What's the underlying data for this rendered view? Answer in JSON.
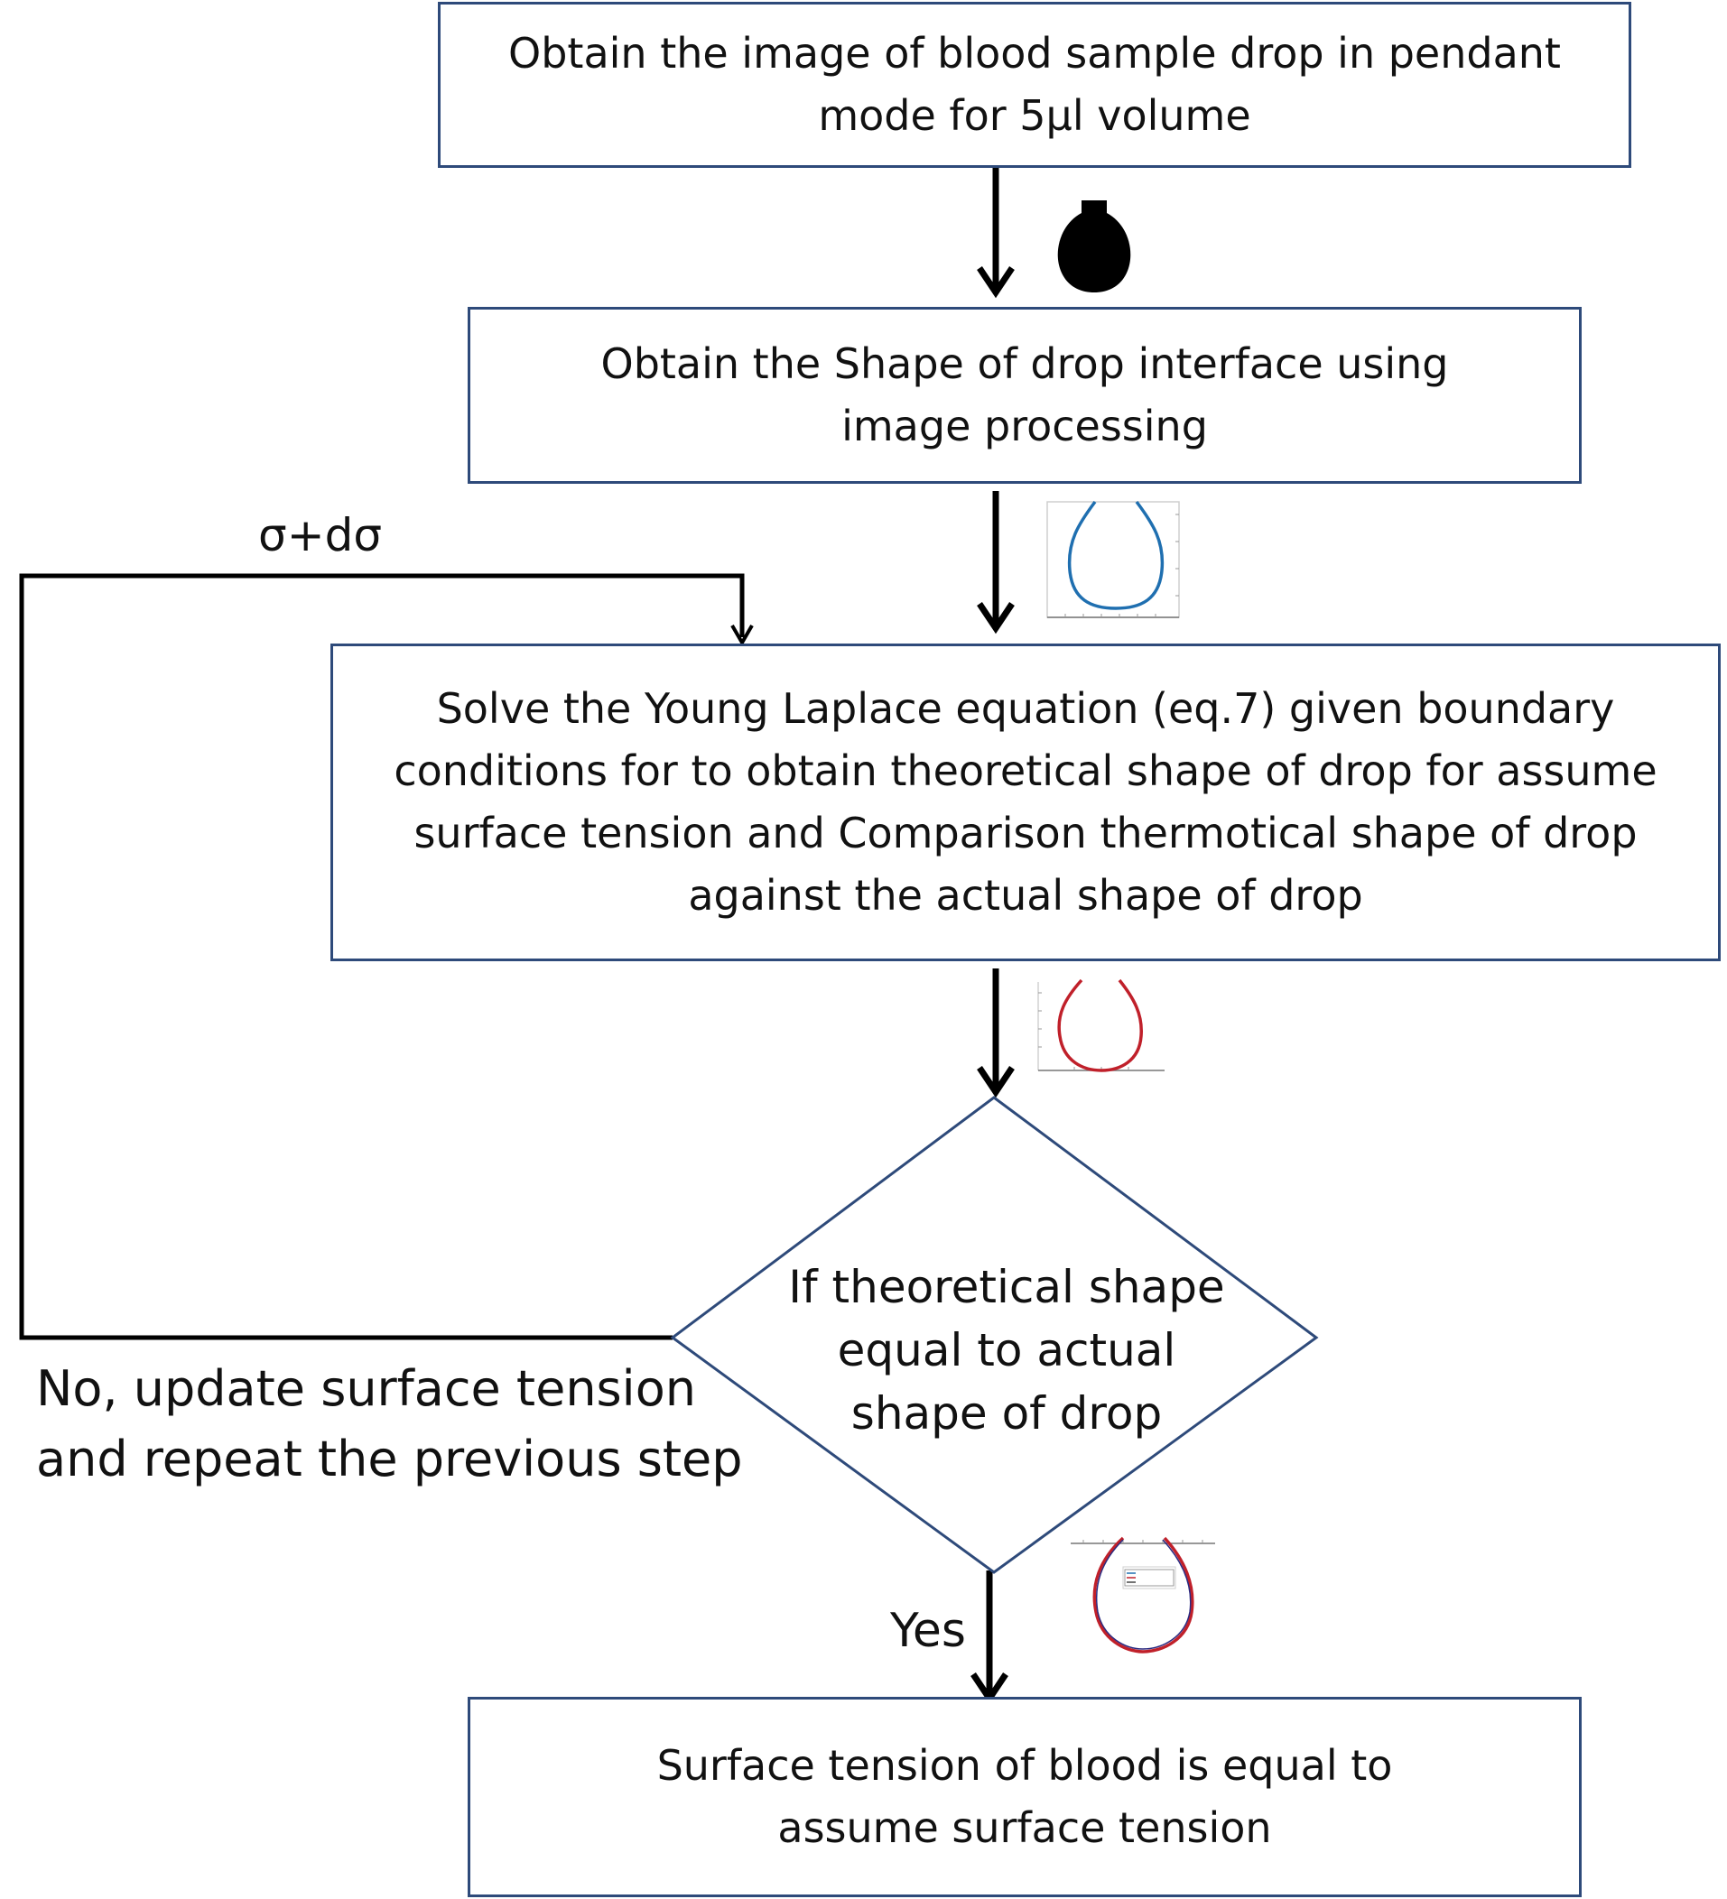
{
  "steps": {
    "step1": "Obtain the image of blood sample drop in pendant\nmode for 5µl volume",
    "step2": "Obtain the Shape of  drop interface using\nimage processing",
    "step3": "Solve the Young Laplace equation (eq.7) given boundary\nconditions for to obtain theoretical shape of drop for assume\nsurface tension and Comparison thermotical shape of drop\nagainst the actual shape of drop",
    "decision": "If theoretical shape\nequal to actual\nshape of drop",
    "step4": "Surface tension of blood is equal to\nassume surface tension"
  },
  "labels": {
    "loop": "σ+dσ",
    "no_branch": "No, update surface tension\nand repeat the previous step",
    "yes_branch": "Yes"
  },
  "icons": [
    "drop-silhouette-icon",
    "drop-profile-plot-blue",
    "drop-profile-plot-red",
    "drop-profile-plot-comparison"
  ],
  "colors": {
    "box_border": "#2e4a7a",
    "arrow": "#000000",
    "drop_fill": "#000000",
    "profile_blue": "#1f6fb0",
    "profile_red": "#c0202a"
  }
}
